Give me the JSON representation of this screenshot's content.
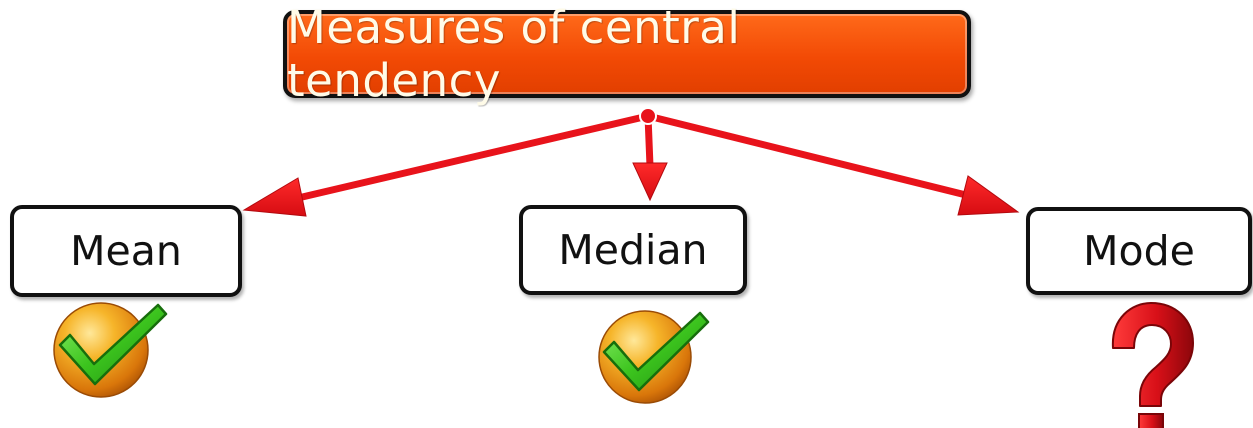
{
  "title": "Measures of central tendency",
  "nodes": [
    {
      "label": "Mean",
      "status": "check-icon"
    },
    {
      "label": "Median",
      "status": "check-icon"
    },
    {
      "label": "Mode",
      "status": "question-mark-icon"
    }
  ],
  "colors": {
    "title_fill": "#f24a05",
    "title_text": "#fffbe8",
    "arrow": "#e8131b",
    "check": "#39c21e",
    "badge": "#e8940c",
    "question": "#d81018"
  }
}
